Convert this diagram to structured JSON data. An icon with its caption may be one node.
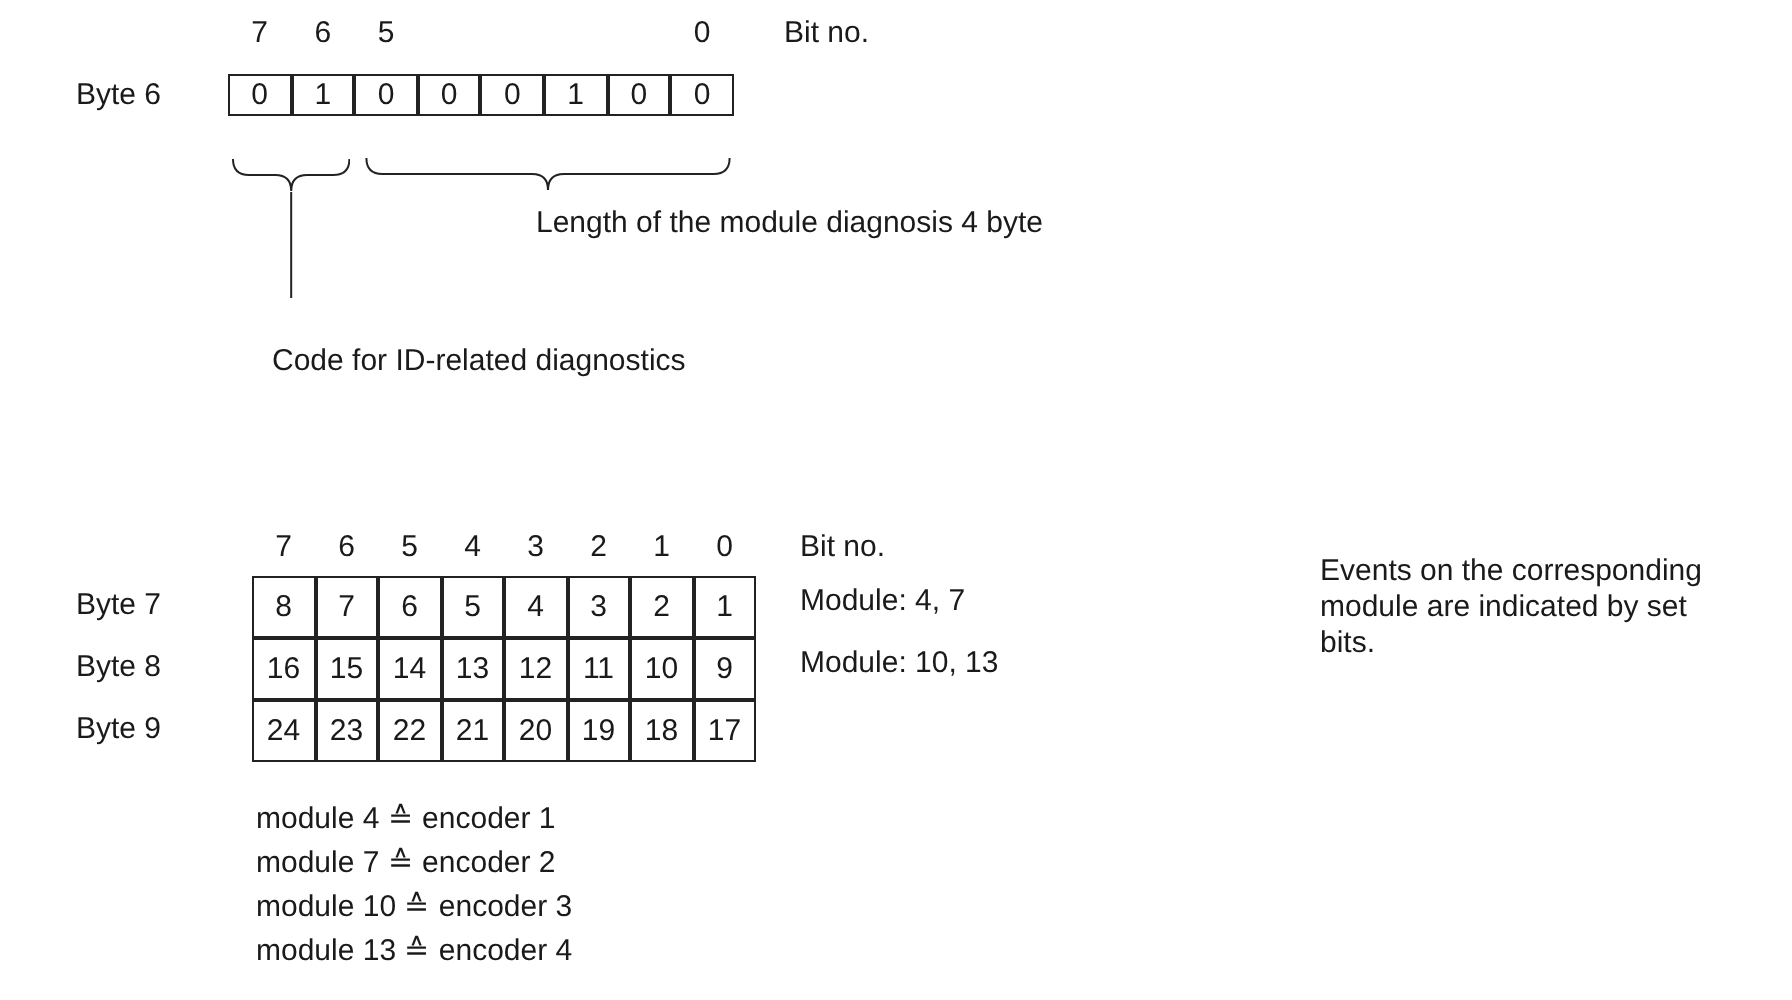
{
  "diagram": {
    "nodes": [
      {
        "text": [
          "Code for ID-related diagnostics"
        ]
      },
      {
        "text": [],
        "shape": "bracket"
      }
    ],
    "edges": [
      {
        "from": 0,
        "to": 1,
        "arrow": "none"
      }
    ],
    "labels": [
      "7",
      "6",
      "5",
      "0",
      "Bit no.",
      "Byte 6",
      "0",
      "1",
      "0",
      "0",
      "0",
      "1",
      "0",
      "0",
      "Length of the module diagnosis 4 byte",
      "7",
      "6",
      "5",
      "4",
      "3",
      "2",
      "1",
      "0",
      "Bit no.",
      "Byte 7",
      "8",
      "7",
      "6",
      "5",
      "4",
      "3",
      "2",
      "1",
      "Module: 4, 7",
      "Byte 8",
      "16",
      "15",
      "14",
      "13",
      "12",
      "11",
      "10",
      "9",
      "Module: 10, 13",
      "Byte 9",
      "24",
      "23",
      "22",
      "21",
      "20",
      "19",
      "18",
      "17",
      "Events on the corresponding module are indicated by set bits.",
      "module 4 ≙ encoder 1",
      "module 7 ≙ encoder 2",
      "module 10 ≙ encoder 3",
      "module 13 ≙ encoder 4"
    ]
  }
}
